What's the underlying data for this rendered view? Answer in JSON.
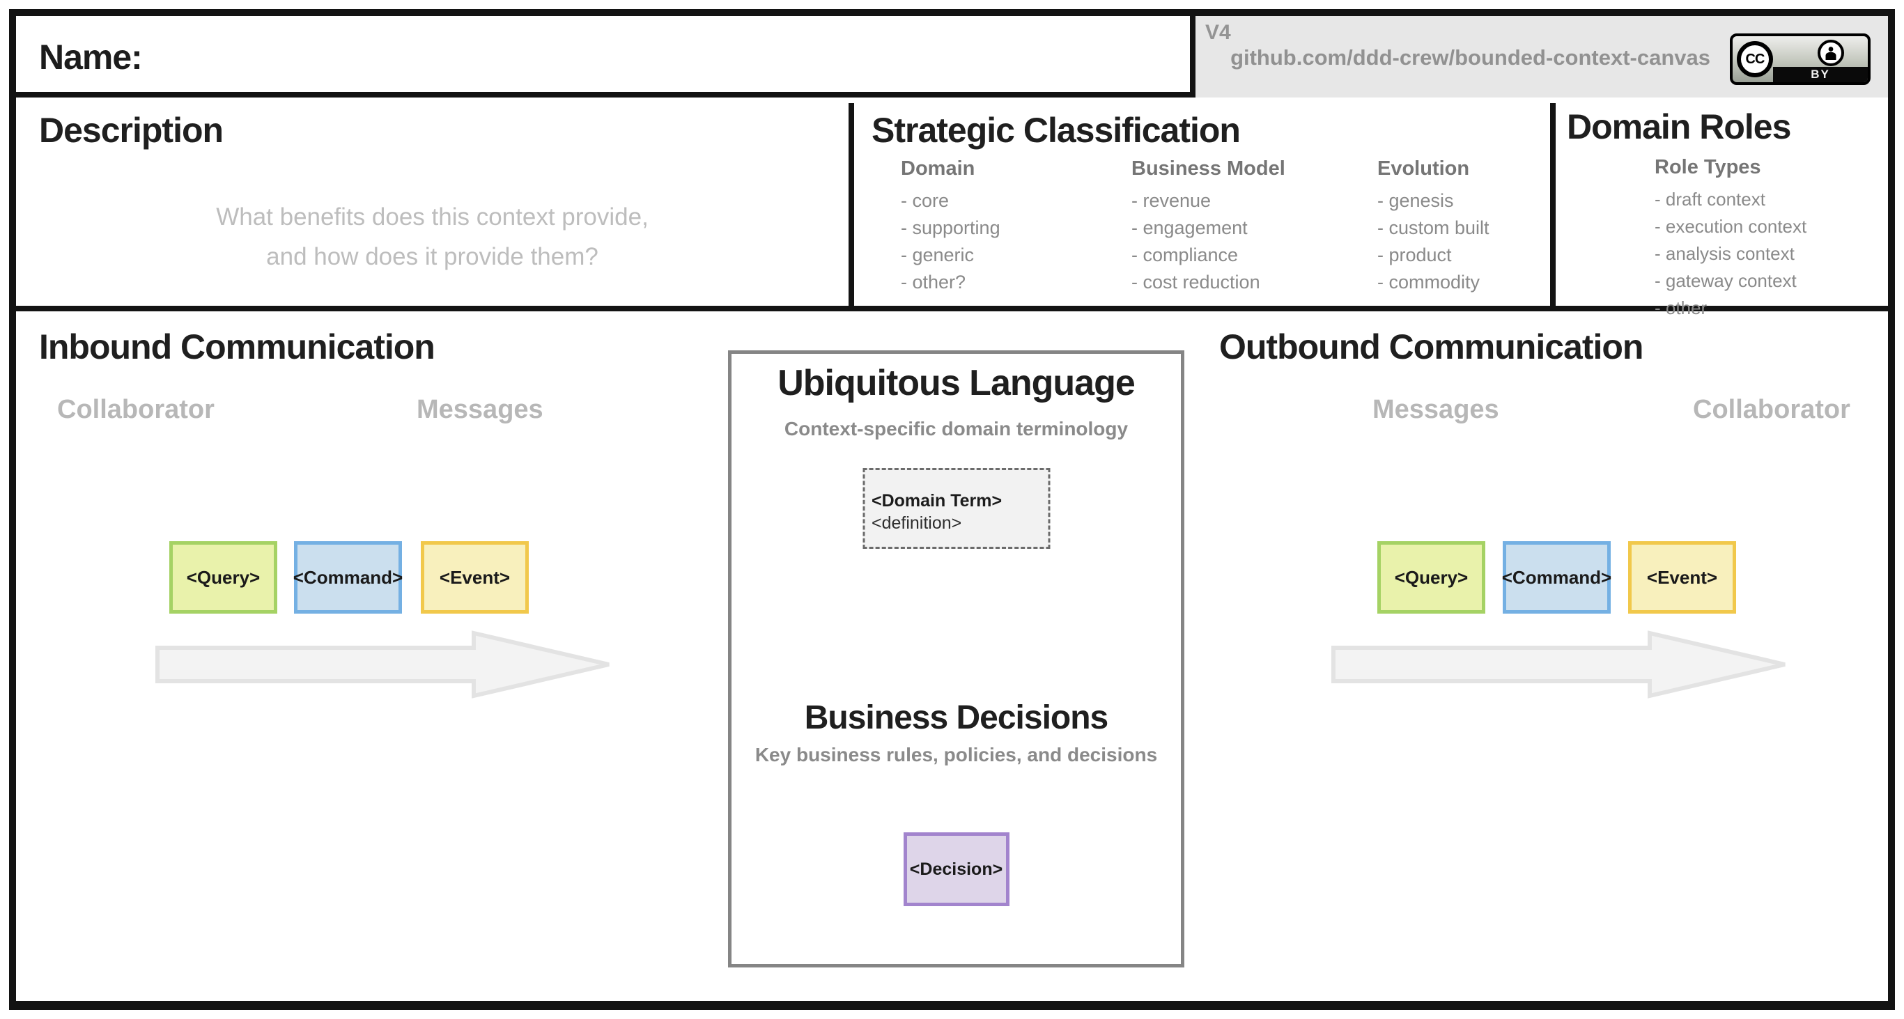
{
  "header": {
    "name_label": "Name:",
    "version": "V4",
    "repo_url": "github.com/ddd-crew/bounded-context-canvas",
    "license": {
      "cc": "CC",
      "by": "BY"
    }
  },
  "description": {
    "title": "Description",
    "placeholder": [
      "What benefits does this context provide,",
      "and how does it provide them?"
    ]
  },
  "strategic_classification": {
    "title": "Strategic Classification",
    "columns": [
      {
        "heading": "Domain",
        "items": [
          "- core",
          "- supporting",
          "- generic",
          "- other?"
        ]
      },
      {
        "heading": "Business Model",
        "items": [
          "- revenue",
          "- engagement",
          "- compliance",
          "- cost reduction"
        ]
      },
      {
        "heading": "Evolution",
        "items": [
          "- genesis",
          "- custom built",
          "- product",
          "- commodity"
        ]
      }
    ]
  },
  "domain_roles": {
    "title": "Domain Roles",
    "heading": "Role Types",
    "items": [
      "- draft context",
      "- execution context",
      "- analysis context",
      "- gateway context",
      "- other"
    ]
  },
  "inbound": {
    "title": "Inbound Communication",
    "left_label": "Collaborator",
    "right_label": "Messages"
  },
  "outbound": {
    "title": "Outbound Communication",
    "left_label": "Messages",
    "right_label": "Collaborator"
  },
  "ubiquitous_language": {
    "title": "Ubiquitous Language",
    "subtitle": "Context-specific domain terminology",
    "term_card": {
      "term": "<Domain Term>",
      "definition": "<definition>"
    }
  },
  "business_decisions": {
    "title": "Business Decisions",
    "subtitle": "Key business rules, policies, and decisions",
    "decision_label": "<Decision>"
  },
  "chips": {
    "query": {
      "label": "<Query>",
      "fill": "#e9f2ab",
      "border": "#a5d264"
    },
    "command": {
      "label": "<Command>",
      "fill": "#cbdfee",
      "border": "#74b0e3"
    },
    "event": {
      "label": "<Event>",
      "fill": "#f8f0bd",
      "border": "#f1c84b"
    },
    "decision": {
      "fill": "#ded5e9",
      "border": "#a284cd"
    }
  },
  "colors": {
    "banner_bg": "#e7e7e7",
    "arrow_fill": "#f3f3f3",
    "arrow_stroke": "#e3e3e3",
    "frame": "#131313",
    "center_box_border": "#858585"
  }
}
